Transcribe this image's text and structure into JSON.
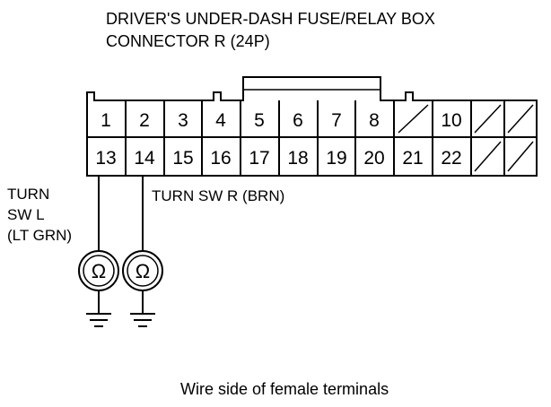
{
  "title": {
    "line1": "DRIVER'S UNDER-DASH FUSE/RELAY BOX",
    "line2": "CONNECTOR R (24P)"
  },
  "connector": {
    "top_row": [
      "1",
      "2",
      "3",
      "4",
      "5",
      "6",
      "7",
      "8",
      "",
      "10",
      "",
      ""
    ],
    "bottom_row": [
      "13",
      "14",
      "15",
      "16",
      "17",
      "18",
      "19",
      "20",
      "21",
      "22",
      "",
      ""
    ]
  },
  "wires": {
    "left_label": [
      "TURN",
      "SW L",
      "(LT GRN)"
    ],
    "right_label": "TURN SW R (BRN)"
  },
  "meters": {
    "symbol": "Ω",
    "icon": "ohmmeter-icon"
  },
  "ground": {
    "icon": "ground-icon"
  },
  "caption": "Wire side of female terminals"
}
